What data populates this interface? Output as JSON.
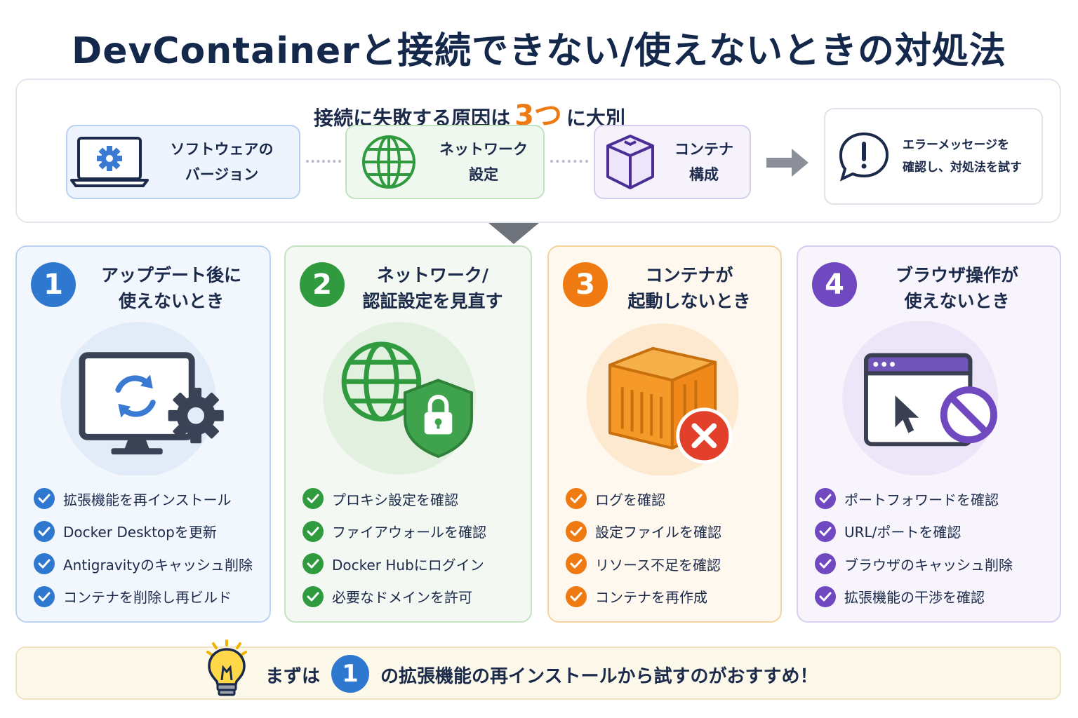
{
  "title": "DevContainerと接続できない/使えないときの対処法",
  "causes": {
    "heading_pre": "接続に失敗する原因は",
    "heading_highlight": "3つ",
    "heading_post": "に大別",
    "items": [
      {
        "label": "ソフトウェアの\nバージョン",
        "icon": "laptop-gear-icon"
      },
      {
        "label": "ネットワーク\n設定",
        "icon": "globe-icon"
      },
      {
        "label": "コンテナ\n構成",
        "icon": "cube-icon"
      }
    ],
    "error_box": {
      "label": "エラーメッセージを\n確認し、対処法を試す",
      "icon": "alert-bubble-icon"
    }
  },
  "cards": [
    {
      "number": "1",
      "title": "アップデート後に\n使えないとき",
      "color": "#2f78cf",
      "icon": "monitor-refresh-gear-icon",
      "checks": [
        "拡張機能を再インストール",
        "Docker Desktopを更新",
        "Antigravityのキャッシュ削除",
        "コンテナを削除し再ビルド"
      ]
    },
    {
      "number": "2",
      "title": "ネットワーク/\n認証設定を見直す",
      "color": "#2f9a3e",
      "icon": "globe-shield-lock-icon",
      "checks": [
        "プロキシ設定を確認",
        "ファイアウォールを確認",
        "Docker Hubにログイン",
        "必要なドメインを許可"
      ]
    },
    {
      "number": "3",
      "title": "コンテナが\n起動しないとき",
      "color": "#ef7a12",
      "icon": "container-error-icon",
      "checks": [
        "ログを確認",
        "設定ファイルを確認",
        "リソース不足を確認",
        "コンテナを再作成"
      ]
    },
    {
      "number": "4",
      "title": "ブラウザ操作が\n使えないとき",
      "color": "#7048c0",
      "icon": "browser-blocked-icon",
      "checks": [
        "ポートフォワードを確認",
        "URL/ポートを確認",
        "ブラウザのキャッシュ削除",
        "拡張機能の干渉を確認"
      ]
    }
  ],
  "tip": {
    "pre": "まずは",
    "number": "1",
    "post": "の拡張機能の再インストールから試すのがおすすめ！",
    "icon": "lightbulb-icon"
  }
}
